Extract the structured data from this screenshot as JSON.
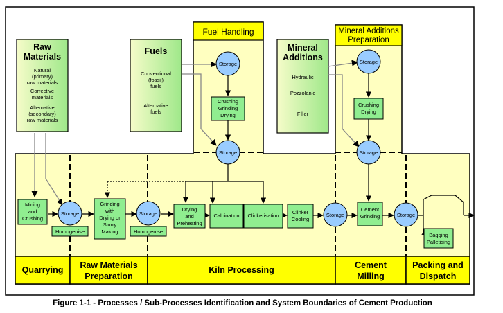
{
  "caption": "Figure 1-1 - Processes / Sub-Processes Identification and System Boundaries of Cement Production",
  "raw_materials": {
    "title_line1": "Raw",
    "title_line2": "Materials",
    "items": [
      [
        "Natural",
        "(primary)",
        "raw materials"
      ],
      [
        "Corrective",
        "materials"
      ],
      [
        "Alternative",
        "(secondary)",
        "raw materials"
      ]
    ]
  },
  "fuels": {
    "title": "Fuels",
    "items": [
      [
        "Conventional",
        "(fossil)",
        "fuels"
      ],
      [
        "Alternative",
        "fuels"
      ]
    ]
  },
  "fuel_handling": {
    "title": "Fuel Handling",
    "storage": "Storage",
    "crushing": [
      "Crushing",
      "Grinding",
      "Drying"
    ],
    "storage2": "Storage"
  },
  "mineral_additions": {
    "title_line1": "Mineral",
    "title_line2": "Additions",
    "items": [
      "Hydraulic",
      "Pozzolanic",
      "Filler"
    ]
  },
  "mineral_prep": {
    "title_line1": "Mineral Additions",
    "title_line2": "Preparation",
    "storage": "Storage",
    "crushing": [
      "Crushing",
      "Drying"
    ],
    "storage2": "Storage"
  },
  "process": {
    "mining": [
      "Mining",
      "and",
      "Crushing"
    ],
    "storage": "Storage",
    "homogenise": "Homogenise",
    "grinding": [
      "Grinding",
      "with",
      "Drying or",
      "Slurry",
      "Making"
    ],
    "drying": [
      "Drying",
      "and",
      "Preheating"
    ],
    "calcination": "Calcination",
    "clinkerisation": "Clinkerisation",
    "clinker_cooling": [
      "Clinker",
      "Cooling"
    ],
    "cement_grinding": [
      "Cement",
      "Grinding"
    ],
    "bagging": [
      "Bagging",
      "Palletising"
    ]
  },
  "stages": {
    "quarrying": [
      "Quarrying"
    ],
    "raw_prep": [
      "Raw Materials",
      "Preparation"
    ],
    "kiln": [
      "Kiln Processing"
    ],
    "cement_milling": [
      "Cement",
      "Milling"
    ],
    "packing": [
      "Packing and",
      "Dispatch"
    ]
  },
  "colors": {
    "panel_yellow": "#ffffc0",
    "title_yellow": "#ffff00",
    "green_light": "#d4f7b4",
    "green_box": "#90ee90",
    "storage_blue": "#99ccff",
    "stage_yellow": "#ffff00"
  }
}
